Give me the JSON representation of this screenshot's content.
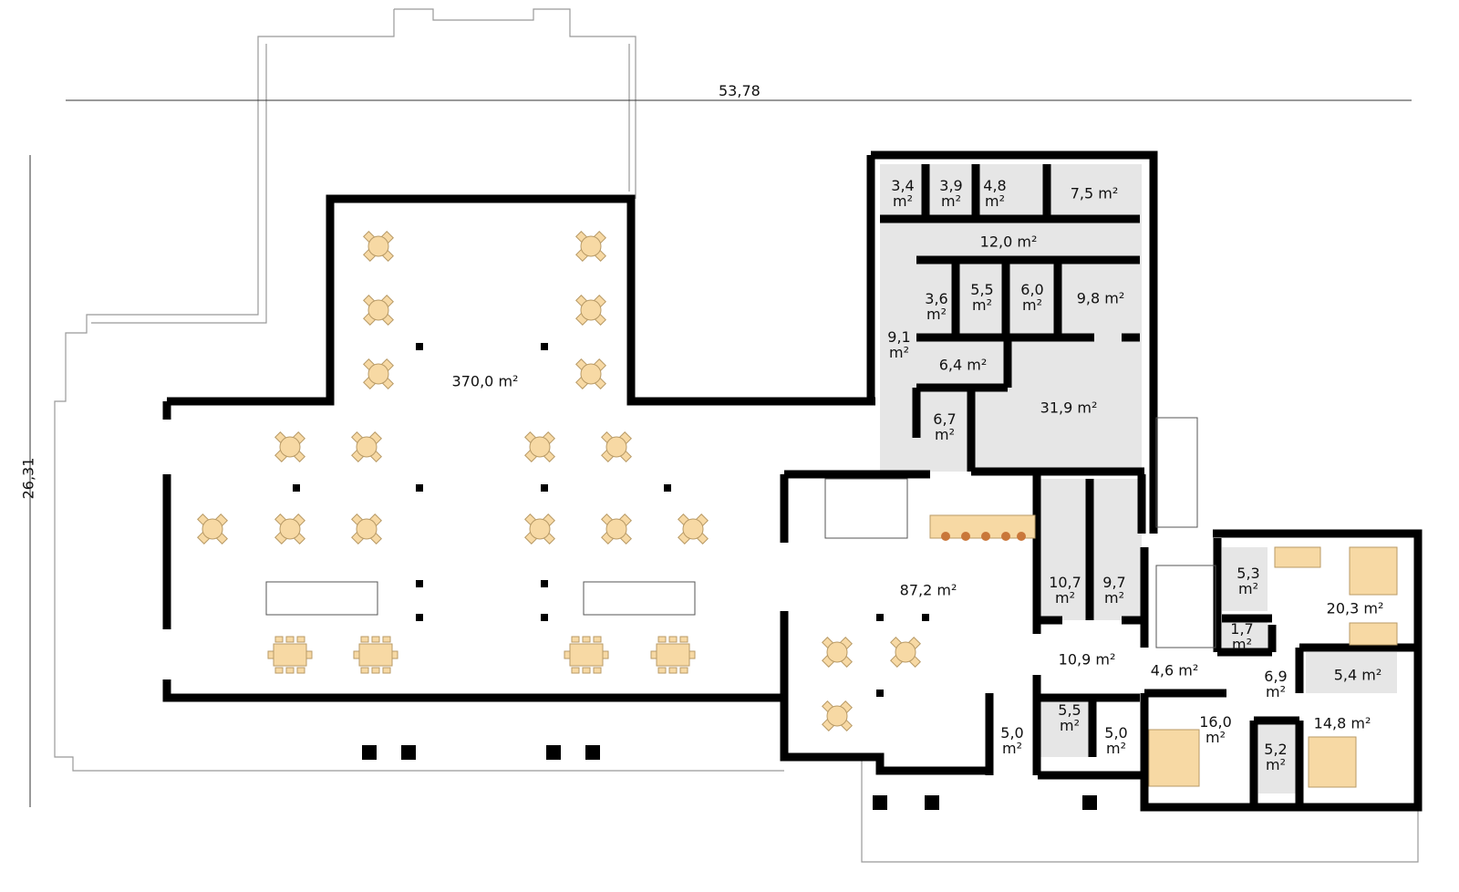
{
  "dimensions": {
    "width": "53,78",
    "depth": "26,31"
  },
  "unit": "m²",
  "rooms": [
    {
      "area": "370,0"
    },
    {
      "area": "3,4"
    },
    {
      "area": "3,9"
    },
    {
      "area": "4,8"
    },
    {
      "area": "7,5"
    },
    {
      "area": "12,0"
    },
    {
      "area": "3,6"
    },
    {
      "area": "5,5"
    },
    {
      "area": "6,0"
    },
    {
      "area": "9,8"
    },
    {
      "area": "9,1"
    },
    {
      "area": "6,4"
    },
    {
      "area": "31,9"
    },
    {
      "area": "6,7"
    },
    {
      "area": "87,2"
    },
    {
      "area": "10,7"
    },
    {
      "area": "9,7"
    },
    {
      "area": "5,3"
    },
    {
      "area": "20,3"
    },
    {
      "area": "1,7"
    },
    {
      "area": "10,9"
    },
    {
      "area": "4,6"
    },
    {
      "area": "6,9"
    },
    {
      "area": "5,4"
    },
    {
      "area": "5,5"
    },
    {
      "area": "5,0"
    },
    {
      "area": "5,0"
    },
    {
      "area": "16,0"
    },
    {
      "area": "14,8"
    },
    {
      "area": "5,2"
    }
  ],
  "colors": {
    "wall": "#000000",
    "service_floor": "#e6e6e6",
    "furniture": "#f7d9a4",
    "furniture_stroke": "#b89a66",
    "brown_dot": "#c9773a"
  }
}
